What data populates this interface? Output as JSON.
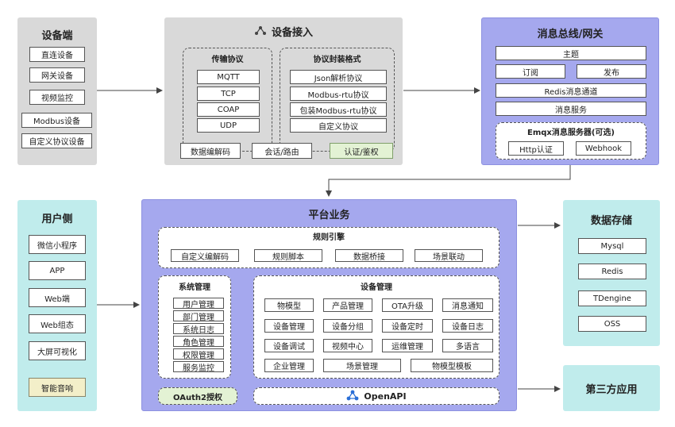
{
  "device_side": {
    "title": "设备端",
    "items": [
      "直连设备",
      "网关设备",
      "视频监控",
      "Modbus设备",
      "自定义协议设备"
    ]
  },
  "device_access": {
    "title": "设备接入",
    "transport": {
      "title": "传输协议",
      "items": [
        "MQTT",
        "TCP",
        "COAP",
        "UDP"
      ]
    },
    "encap": {
      "title": "协议封装格式",
      "items": [
        "Json解析协议",
        "Modbus-rtu协议",
        "包装Modbus-rtu协议",
        "自定义协议"
      ]
    },
    "bottom": [
      "数据编解码",
      "会话/路由",
      "认证/鉴权"
    ]
  },
  "message_bus": {
    "title": "消息总线/网关",
    "topic": "主题",
    "subscribe": "订阅",
    "publish": "发布",
    "redis_channel": "Redis消息通道",
    "message_service": "消息服务",
    "emqx": {
      "title": "Emqx消息服务器(可选)",
      "items": [
        "Http认证",
        "Webhook"
      ]
    }
  },
  "user_side": {
    "title": "用户侧",
    "items": [
      "微信小程序",
      "APP",
      "Web端",
      "Web组态",
      "大屏可视化",
      "智能音响"
    ]
  },
  "platform": {
    "title": "平台业务",
    "rule_engine": {
      "title": "规则引擎",
      "items": [
        "自定义编解码",
        "规则脚本",
        "数据桥接",
        "场景联动"
      ]
    },
    "system_mgmt": {
      "title": "系统管理",
      "items": [
        "用户管理",
        "部门管理",
        "系统日志",
        "角色管理",
        "权限管理",
        "服务监控"
      ]
    },
    "device_mgmt": {
      "title": "设备管理",
      "rows": [
        [
          "物模型",
          "产品管理",
          "OTA升级",
          "消息通知"
        ],
        [
          "设备管理",
          "设备分组",
          "设备定时",
          "设备日志"
        ],
        [
          "设备调试",
          "视频中心",
          "运维管理",
          "多语言"
        ]
      ],
      "last_row": [
        "企业管理",
        "场景管理",
        "物模型模板"
      ]
    },
    "oauth": "OAuth2授权",
    "openapi": "OpenAPI"
  },
  "data_storage": {
    "title": "数据存储",
    "items": [
      "Mysql",
      "Redis",
      "TDengine",
      "OSS"
    ]
  },
  "third_party": {
    "title": "第三方应用"
  }
}
